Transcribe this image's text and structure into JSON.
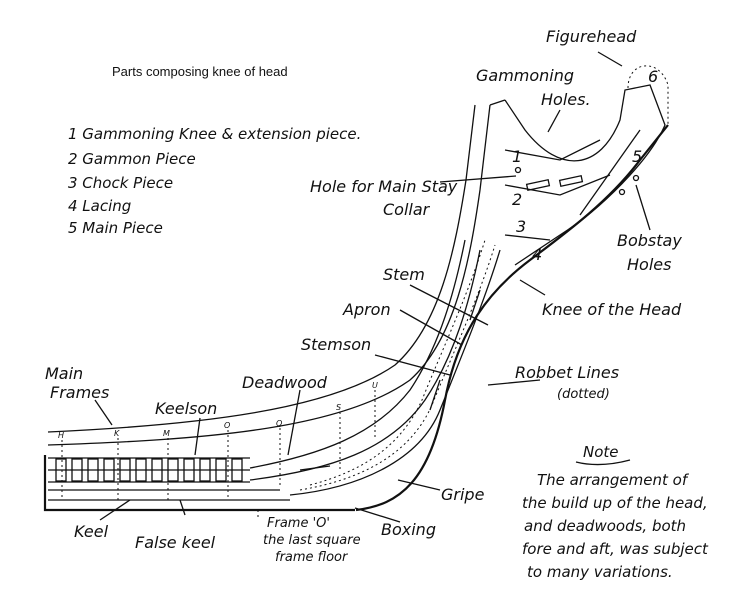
{
  "title": "Parts composing knee of head",
  "legend": [
    "1 Gammoning Knee & extension piece.",
    "2 Gammon Piece",
    "3 Chock Piece",
    "4 Lacing",
    "5 Main Piece"
  ],
  "labels": {
    "figurehead": "Figurehead",
    "gammoning_holes_1": "Gammoning",
    "gammoning_holes_2": "Holes.",
    "hole_main_stay_1": "Hole for Main Stay",
    "hole_main_stay_2": "Collar",
    "bobstay_holes_1": "Bobstay",
    "bobstay_holes_2": "Holes",
    "stem": "Stem",
    "knee_of_head": "Knee of the Head",
    "apron": "Apron",
    "stemson": "Stemson",
    "robbet_lines_1": "Robbet Lines",
    "robbet_lines_2": "(dotted)",
    "deadwood": "Deadwood",
    "main_frames_1": "Main",
    "main_frames_2": "Frames",
    "keelson": "Keelson",
    "keel": "Keel",
    "false_keel": "False keel",
    "frame_o_1": "Frame 'O'",
    "frame_o_2": "the last square",
    "frame_o_3": "frame floor",
    "boxing": "Boxing",
    "gripe": "Gripe"
  },
  "part_numbers": [
    "1",
    "2",
    "3",
    "4",
    "5",
    "6"
  ],
  "frame_letters": [
    "H",
    "K",
    "M",
    "O",
    "Q",
    "S",
    "U"
  ],
  "note": {
    "heading": "Note",
    "lines": [
      "The arrangement of",
      "the build up of the head,",
      "and deadwoods, both",
      "fore and aft, was subject",
      "to many variations."
    ]
  }
}
